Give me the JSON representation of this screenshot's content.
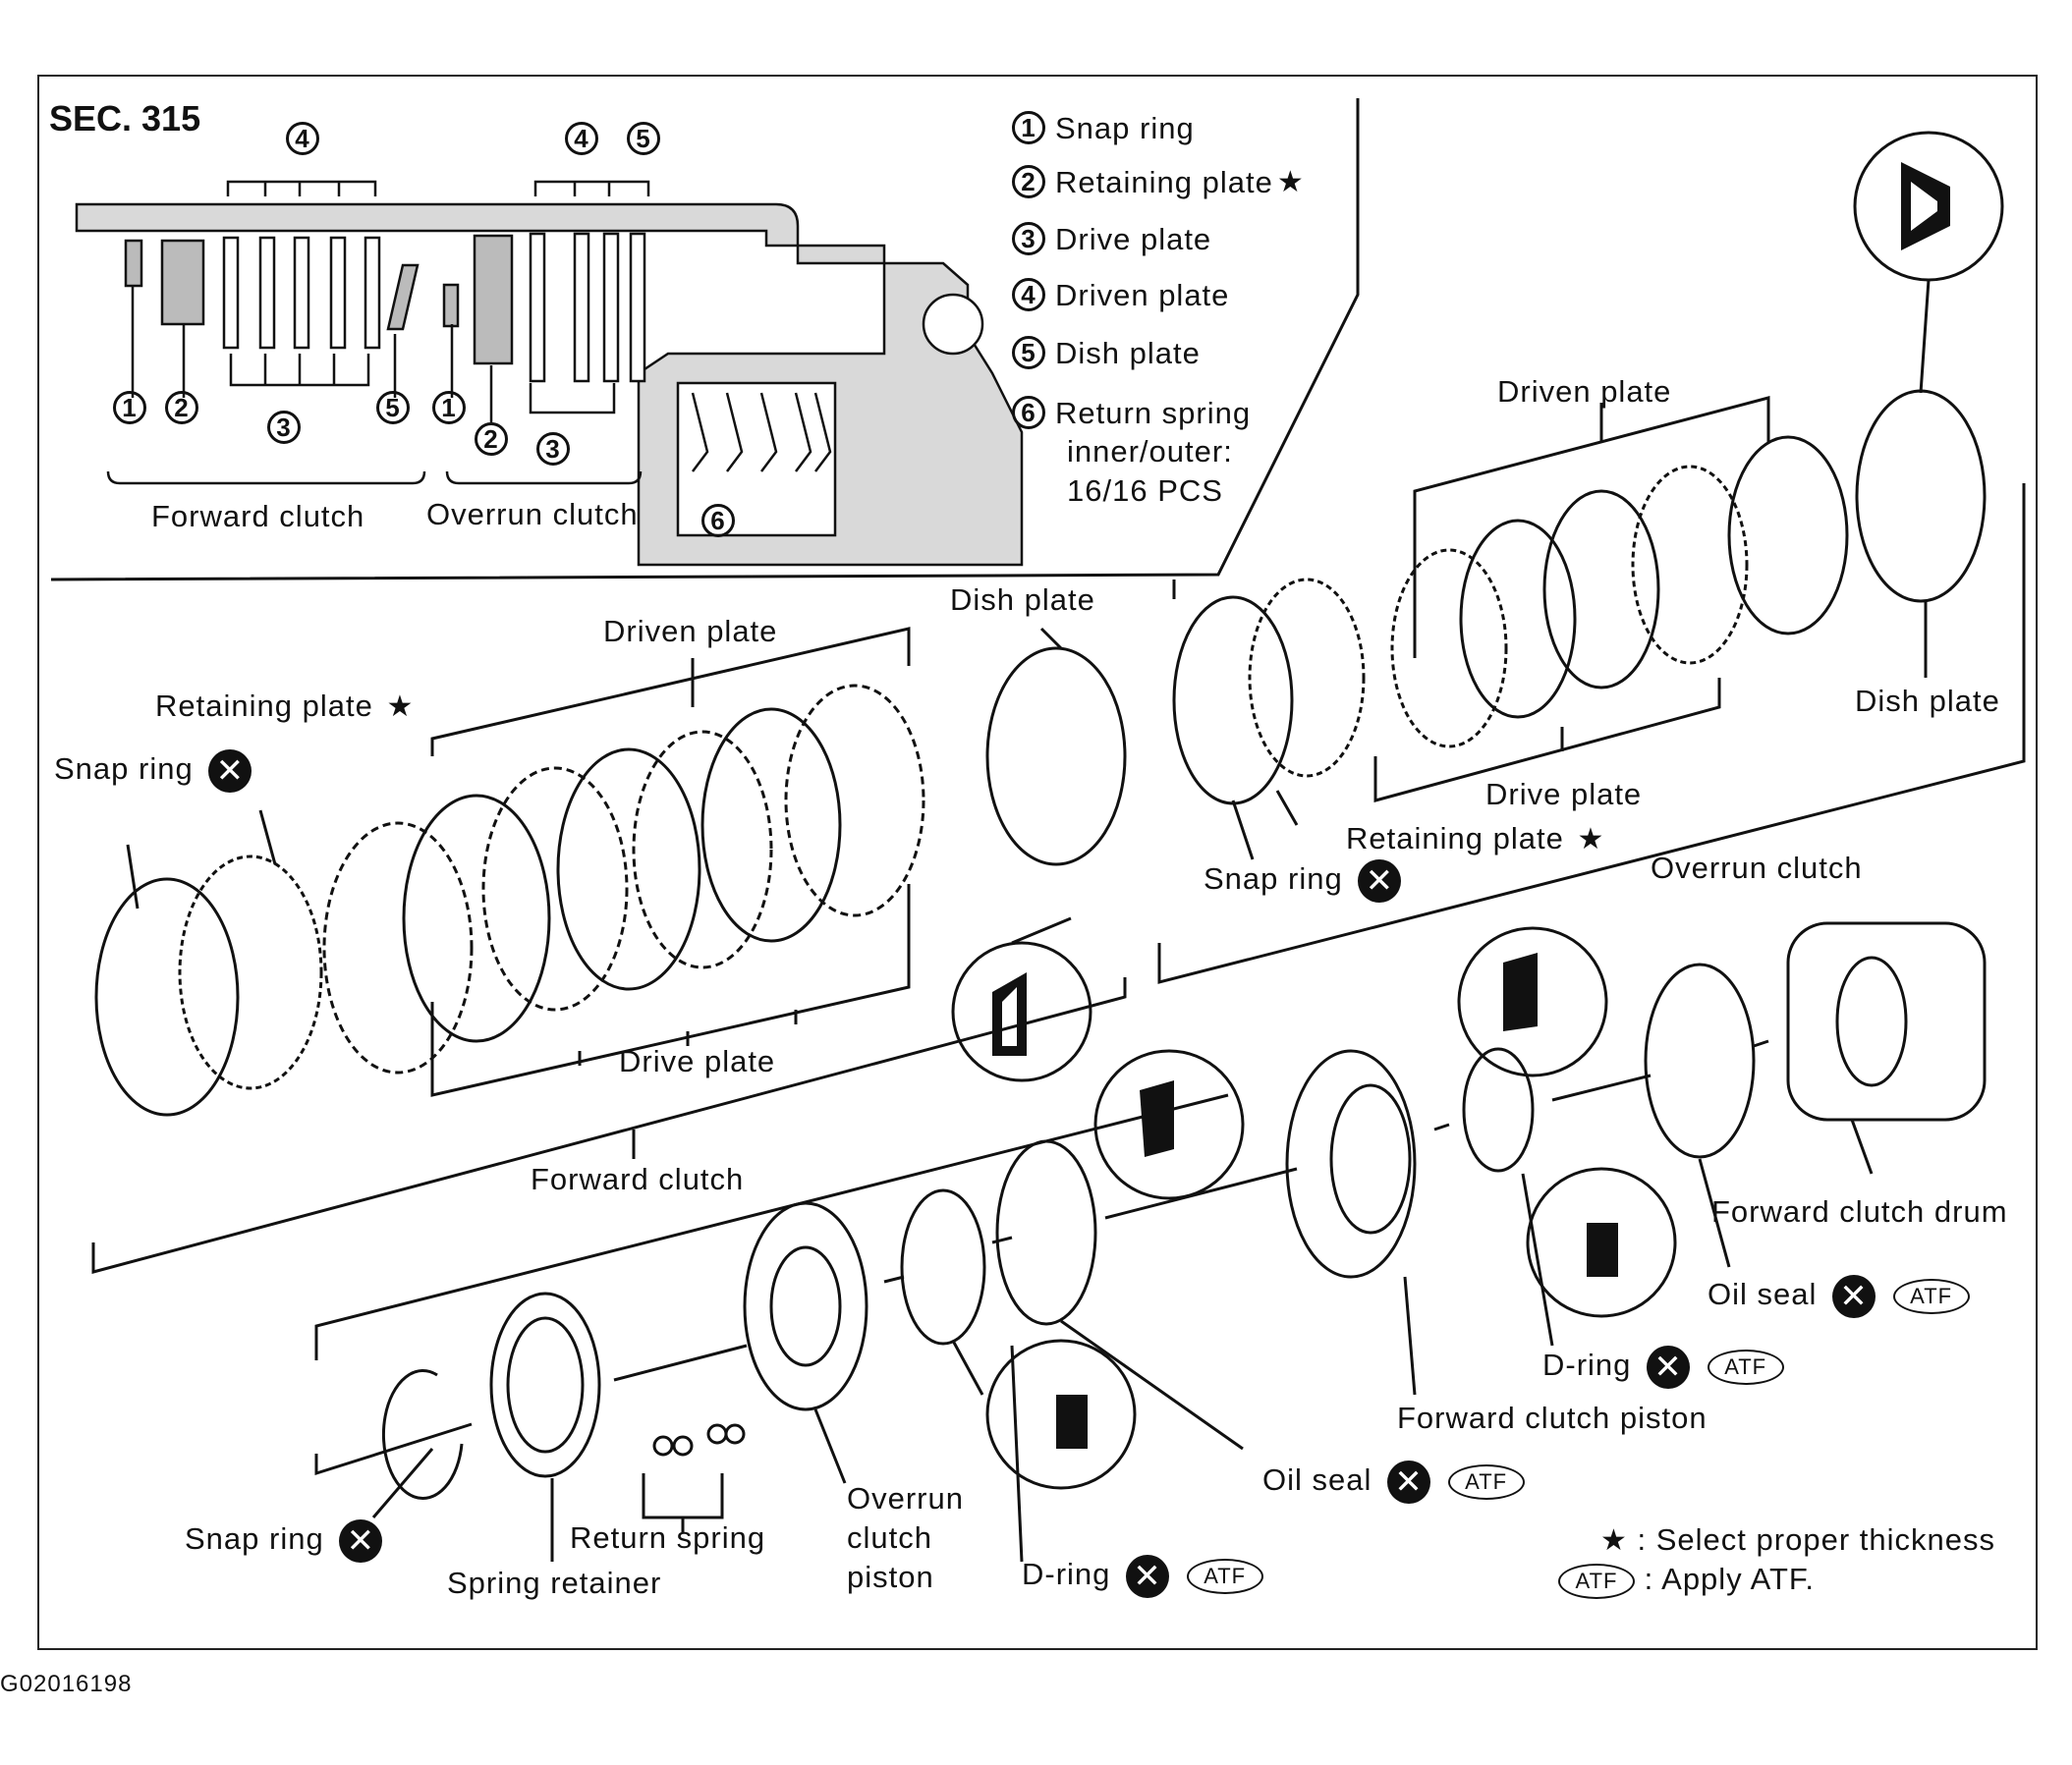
{
  "section": "SEC. 315",
  "figure_id": "G02016198",
  "legend": [
    {
      "num": "1",
      "text": "Snap ring",
      "star": ""
    },
    {
      "num": "2",
      "text": "Retaining plate",
      "star": "★"
    },
    {
      "num": "3",
      "text": "Drive plate",
      "star": ""
    },
    {
      "num": "4",
      "text": "Driven plate",
      "star": ""
    },
    {
      "num": "5",
      "text": "Dish plate",
      "star": ""
    },
    {
      "num": "6",
      "text": "Return spring",
      "line2": "inner/outer:",
      "line3": "16/16 PCS"
    }
  ],
  "cross_section": {
    "callouts_top": [
      "4",
      "4",
      "5"
    ],
    "callouts_bottom": [
      "1",
      "2",
      "3",
      "5",
      "1",
      "2",
      "3",
      "6"
    ],
    "forward_clutch": "Forward clutch",
    "overrun_clutch": "Overrun clutch"
  },
  "labels": {
    "driven_plate": "Driven plate",
    "dish_plate": "Dish plate",
    "retaining_plate": "Retaining plate",
    "snap_ring": "Snap ring",
    "drive_plate": "Drive plate",
    "forward_clutch": "Forward clutch",
    "overrun_clutch": "Overrun clutch",
    "forward_clutch_drum": "Forward clutch drum",
    "oil_seal": "Oil seal",
    "d_ring": "D-ring",
    "forward_clutch_piston": "Forward clutch piston",
    "overrun_clutch_piston_1": "Overrun",
    "overrun_clutch_piston_2": "clutch",
    "overrun_clutch_piston_3": "piston",
    "return_spring": "Return spring",
    "spring_retainer": "Spring retainer"
  },
  "symbols": {
    "replace": "✕",
    "atf": "ATF",
    "star": "★"
  },
  "notes": [
    {
      "symbol": "★",
      "text": ": Select proper thickness"
    },
    {
      "symbol": "ATF",
      "text": ": Apply ATF."
    }
  ]
}
